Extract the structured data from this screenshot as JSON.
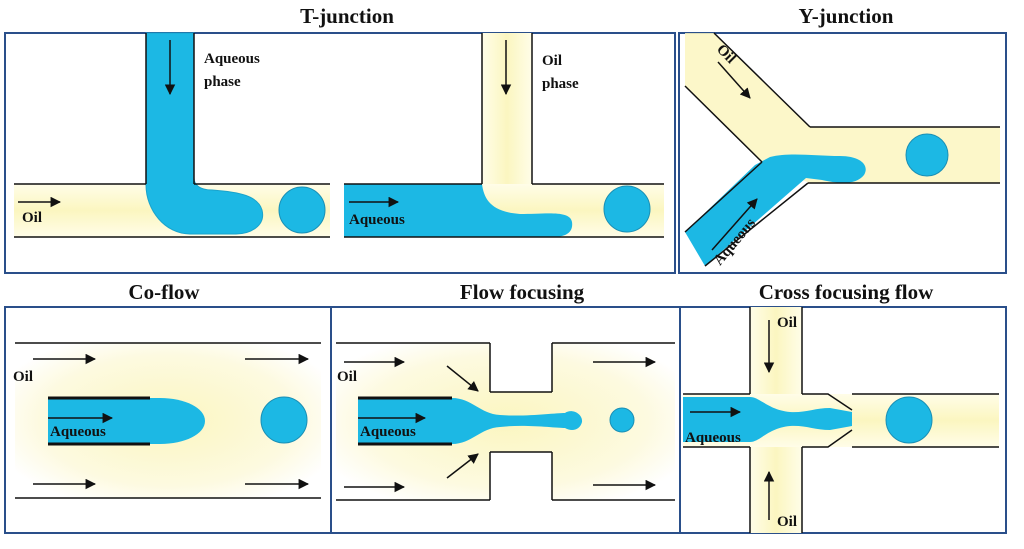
{
  "titles": {
    "t_junction": "T-junction",
    "y_junction": "Y-junction",
    "co_flow": "Co-flow",
    "flow_focusing": "Flow focusing",
    "cross_focusing": "Cross focusing flow"
  },
  "labels": {
    "aqueous_phase_1": "Aqueous",
    "aqueous_phase_2": "phase",
    "oil_phase_1": "Oil",
    "oil_phase_2": "phase",
    "t1_oil": "Oil",
    "t2_aqueous": "Aqueous",
    "y_oil": "Oil",
    "y_aqueous": "Aqueous",
    "co_oil": "Oil",
    "co_aqueous": "Aqueous",
    "ff_oil": "Oil",
    "ff_aqueous": "Aqueous",
    "cf_oil_top": "Oil",
    "cf_oil_bottom": "Oil",
    "cf_aqueous": "Aqueous"
  },
  "colors": {
    "aqueous": "#1cb8e4",
    "oil": "#fbf6c0",
    "oil_edge": "#ffffff",
    "frame": "#2a4f8a",
    "wall": "#111111"
  }
}
